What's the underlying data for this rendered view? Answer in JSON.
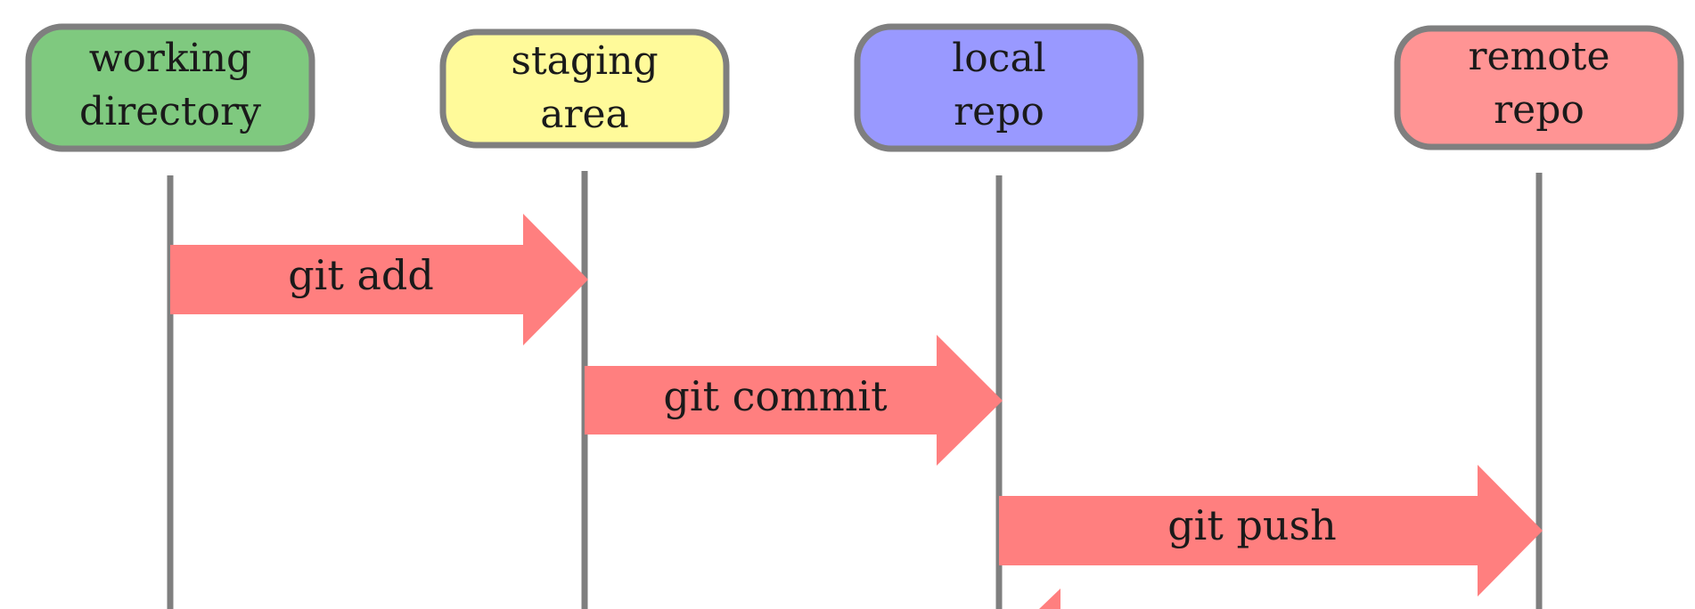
{
  "colors": {
    "border": "#7f7f7f",
    "lifeline": "#7f7f7f",
    "arrow": "#ff7f7f",
    "text": "#1a1a1a"
  },
  "nodes": [
    {
      "id": "working",
      "lines": [
        "working",
        "directory"
      ],
      "fill": "#7fc97f"
    },
    {
      "id": "staging",
      "lines": [
        "staging",
        "area"
      ],
      "fill": "#fffa9a"
    },
    {
      "id": "local",
      "lines": [
        "local",
        "repo"
      ],
      "fill": "#9999ff"
    },
    {
      "id": "remote",
      "lines": [
        "remote",
        "repo"
      ],
      "fill": "#ff9494"
    }
  ],
  "arrows": [
    {
      "label": "git add",
      "from": "working",
      "to": "staging"
    },
    {
      "label": "git commit",
      "from": "staging",
      "to": "local"
    },
    {
      "label": "git push",
      "from": "local",
      "to": "remote"
    }
  ]
}
